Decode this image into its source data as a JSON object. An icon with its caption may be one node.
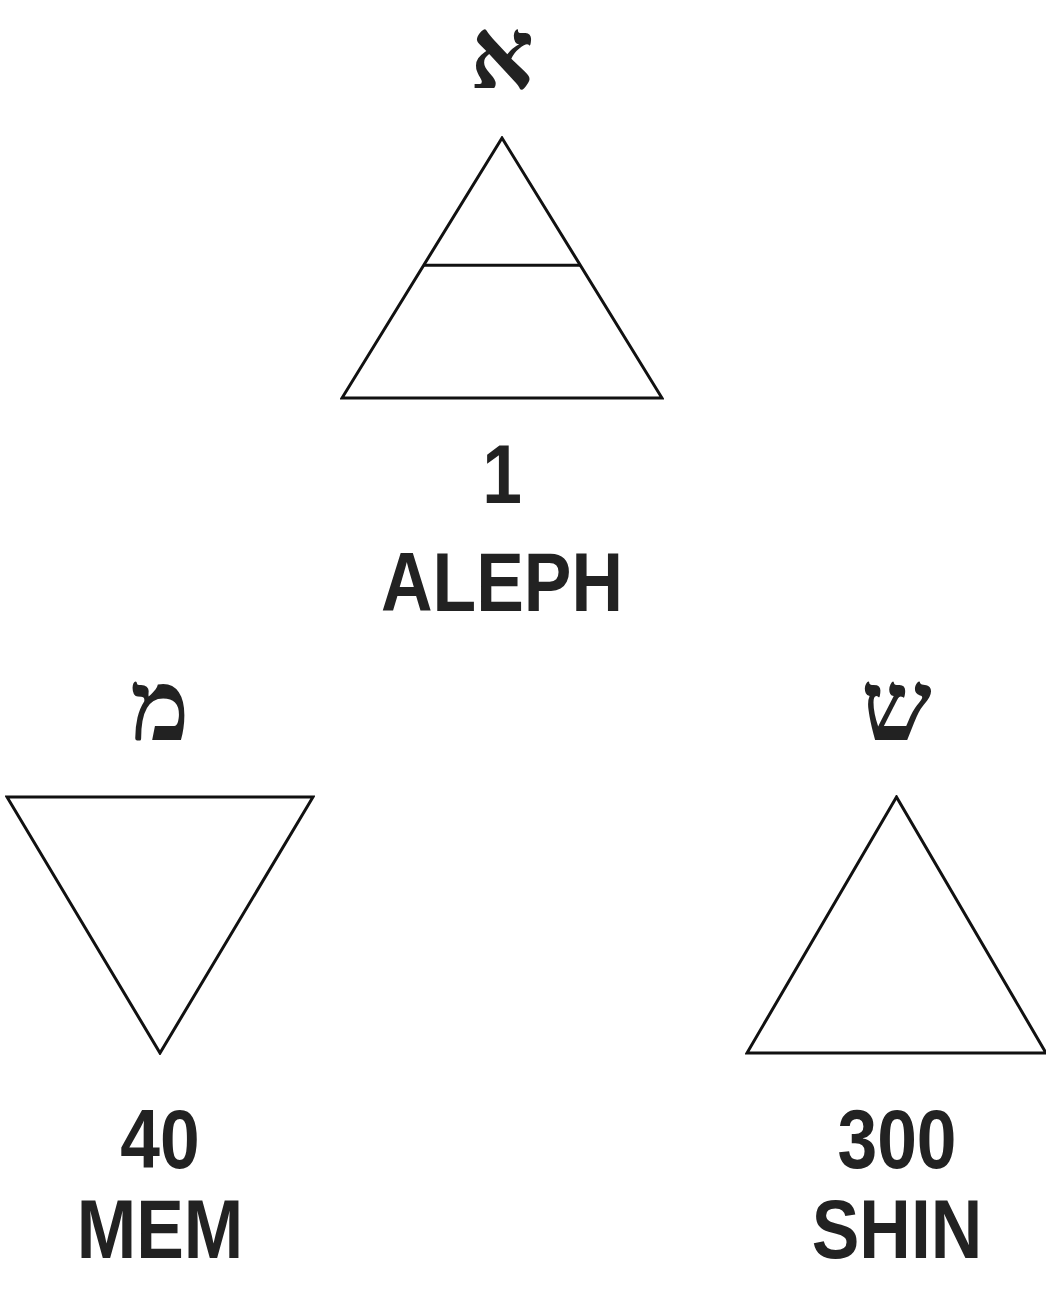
{
  "diagram": {
    "nodes": [
      {
        "text": [
          "א",
          "1",
          "ALEPH"
        ]
      },
      {
        "text": [
          "מ",
          "40",
          "MEM"
        ]
      },
      {
        "text": [
          "ש",
          "300",
          "SHIN"
        ]
      }
    ]
  }
}
